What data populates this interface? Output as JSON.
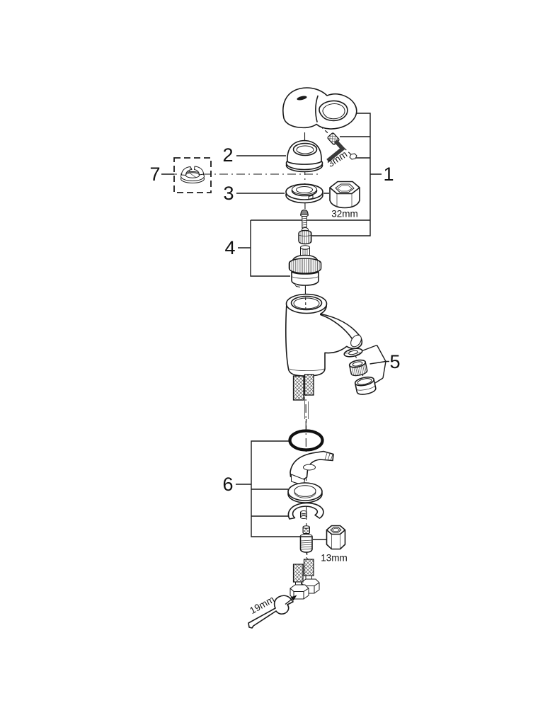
{
  "diagram": {
    "colors": {
      "background": "#ffffff",
      "line": "#1a1a1a"
    },
    "callout_labels": {
      "c1": "1",
      "c2": "2",
      "c3": "3",
      "c4": "4",
      "c5": "5",
      "c6": "6",
      "c7": "7"
    },
    "tool_sizes": {
      "hex_key": "3mm",
      "socket_large": "32mm",
      "socket_small": "13mm",
      "open_end_wrench": "19mm"
    }
  }
}
